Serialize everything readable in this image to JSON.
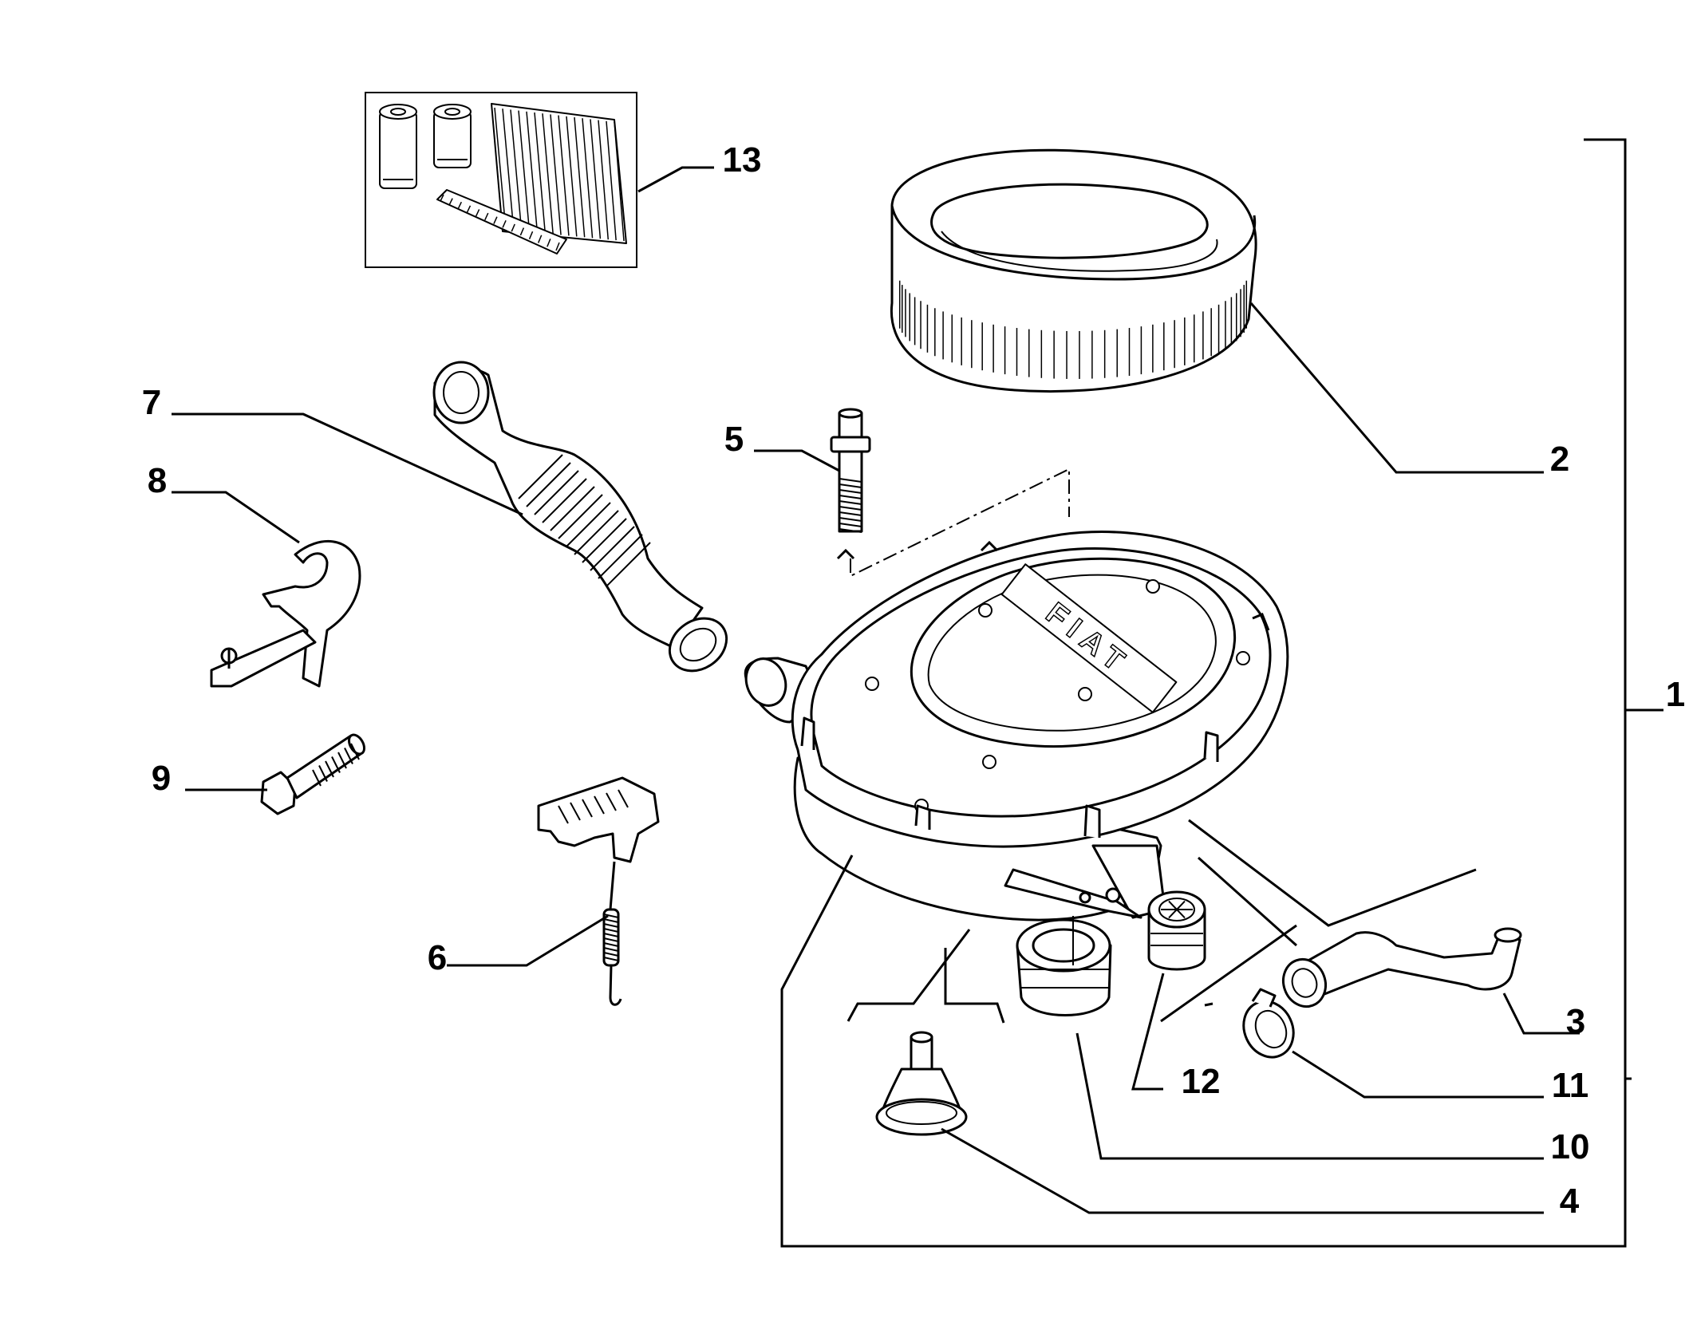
{
  "diagram": {
    "logo_text": "FIAT",
    "callouts": {
      "c1": "1",
      "c2": "2",
      "c3": "3",
      "c4": "4",
      "c5": "5",
      "c6": "6",
      "c7": "7",
      "c8": "8",
      "c9": "9",
      "c10": "10",
      "c11": "11",
      "c12": "12",
      "c13": "13"
    }
  }
}
